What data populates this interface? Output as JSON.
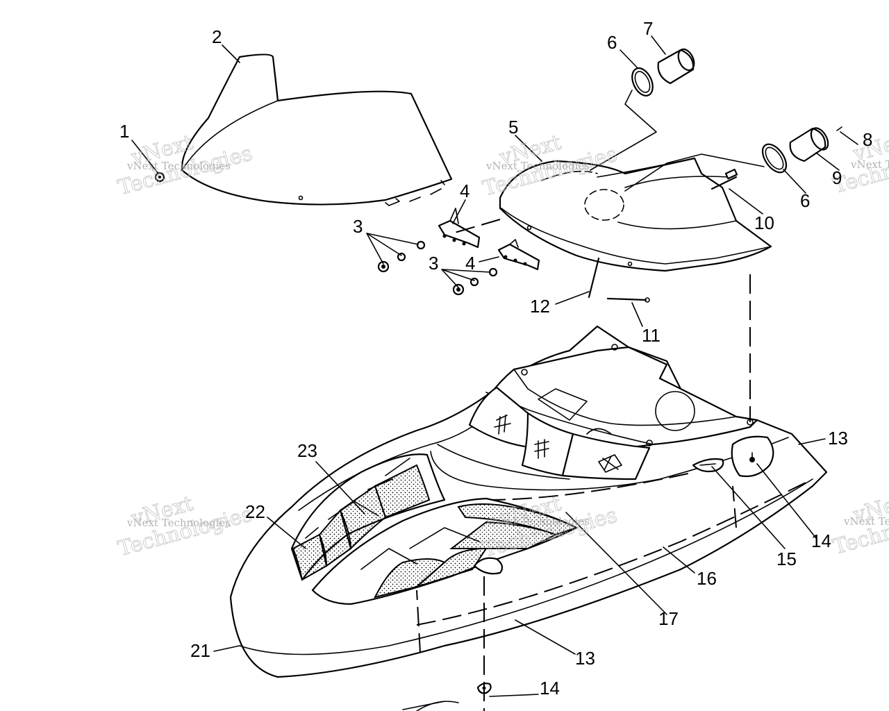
{
  "callouts": [
    {
      "id": "c1",
      "label": "1"
    },
    {
      "id": "c2",
      "label": "2"
    },
    {
      "id": "c3a",
      "label": "3"
    },
    {
      "id": "c3b",
      "label": "3"
    },
    {
      "id": "c4a",
      "label": "4"
    },
    {
      "id": "c4b",
      "label": "4"
    },
    {
      "id": "c5",
      "label": "5"
    },
    {
      "id": "c6a",
      "label": "6"
    },
    {
      "id": "c6b",
      "label": "6"
    },
    {
      "id": "c7",
      "label": "7"
    },
    {
      "id": "c8",
      "label": "8"
    },
    {
      "id": "c9",
      "label": "9"
    },
    {
      "id": "c10",
      "label": "10"
    },
    {
      "id": "c11",
      "label": "11"
    },
    {
      "id": "c12",
      "label": "12"
    },
    {
      "id": "c13a",
      "label": "13"
    },
    {
      "id": "c13b",
      "label": "13"
    },
    {
      "id": "c14a",
      "label": "14"
    },
    {
      "id": "c14b",
      "label": "14"
    },
    {
      "id": "c15",
      "label": "15"
    },
    {
      "id": "c16",
      "label": "16"
    },
    {
      "id": "c17",
      "label": "17"
    },
    {
      "id": "c21",
      "label": "21"
    },
    {
      "id": "c22",
      "label": "22"
    },
    {
      "id": "c23",
      "label": "23"
    }
  ],
  "watermark": {
    "line1": "vNext",
    "line2": "Technologies",
    "small": "vNext Technologies"
  }
}
